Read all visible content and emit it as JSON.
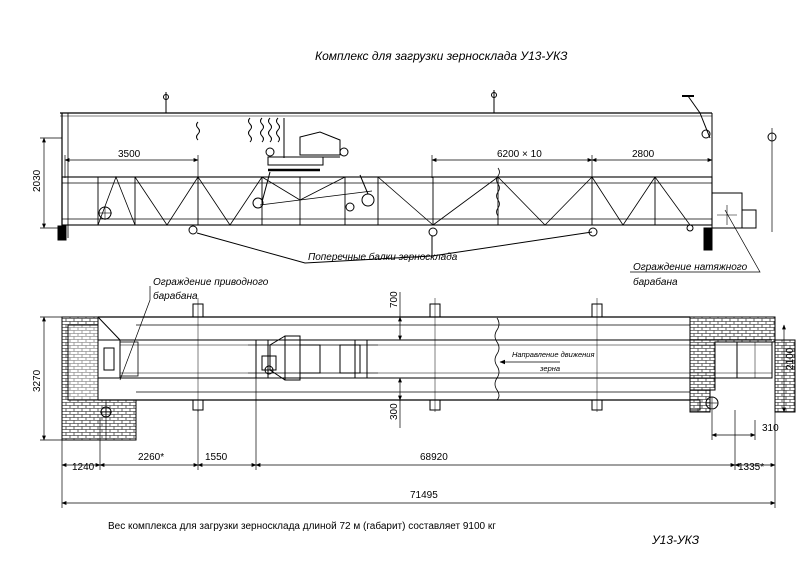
{
  "drawing": {
    "title": "Комплекс для загрузки зерносклада У13-УКЗ",
    "code": "У13-УКЗ",
    "footnote": "Вес комплекса для загрузки зерносклада длиной 72 м (габарит) составляет 9100 кг"
  },
  "side_view": {
    "dim_span_left": "3500",
    "dim_span_mid": "6200 × 10",
    "dim_span_right": "2800",
    "dim_height": "2030",
    "label_beams": "Поперечные балки зерносклада",
    "label_tension_guard_1": "Ограждение натяжного",
    "label_tension_guard_2": "барабана"
  },
  "plan_view": {
    "label_drive_guard_1": "Ограждение приводного",
    "label_drive_guard_2": "барабана",
    "label_direction_1": "Направление движения",
    "label_direction_2": "зерна",
    "dim_700": "700",
    "dim_300": "300",
    "dim_3270": "3270",
    "dim_2100": "2100",
    "dim_310": "310",
    "dim_1240": "1240",
    "dim_2260": "2260*",
    "dim_1550": "1550",
    "dim_68920": "68920",
    "dim_1335": "1335*",
    "dim_71495": "71495"
  }
}
